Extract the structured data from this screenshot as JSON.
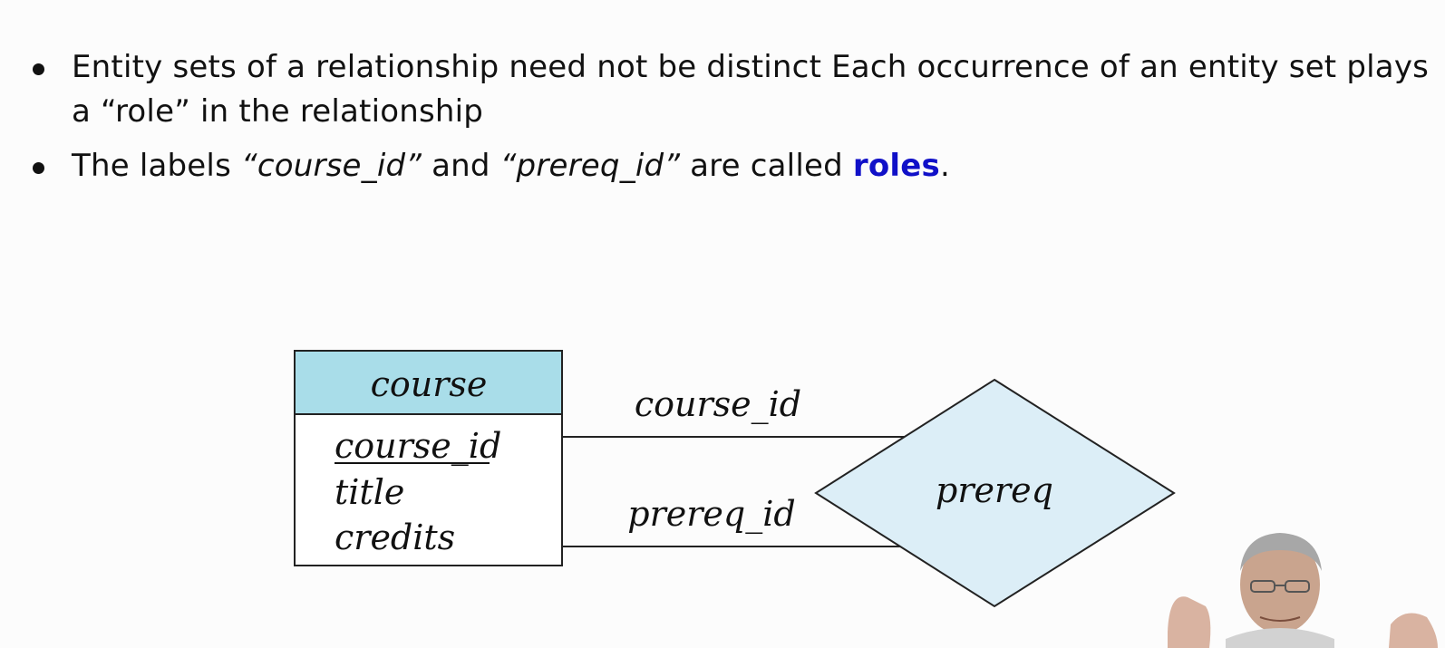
{
  "bullets": [
    {
      "text": "Entity sets of a relationship need not be distinct Each occurrence of an entity set plays",
      "continuation": "a “role” in the relationship"
    },
    {
      "prefix": "The labels ",
      "role1": "“course_id”",
      "and": " and ",
      "role2": "“prereq_id”",
      "middle": " are called ",
      "term": "roles",
      "suffix": "."
    }
  ],
  "diagram": {
    "entity": {
      "name": "course",
      "attributes": [
        "course_id",
        "title",
        "credits"
      ],
      "primary_key": "course_id",
      "header_color": "#a9dde9"
    },
    "relationship": {
      "name": "prereq",
      "fill_color": "#dceef7"
    },
    "roles": [
      "course_id",
      "prereq_id"
    ]
  },
  "colors": {
    "roles_term": "#1010c8"
  }
}
